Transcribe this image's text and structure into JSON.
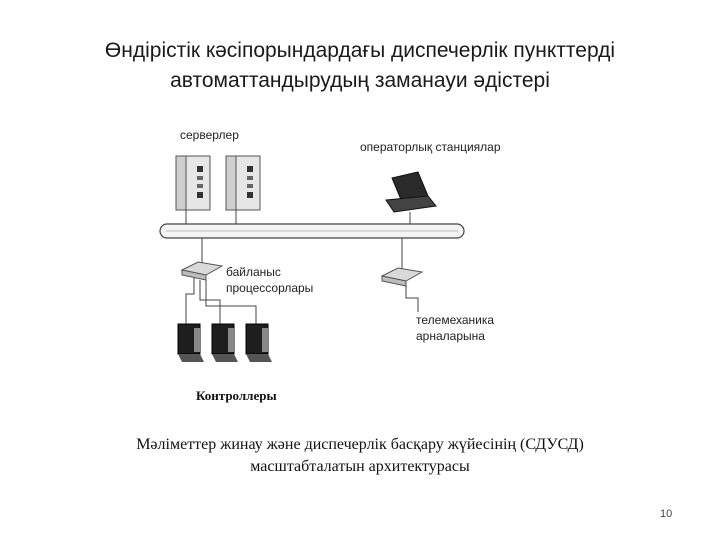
{
  "title": {
    "line1": "Өндірістік кәсіпорындардағы диспечерлік пункттерді",
    "line2": "автоматтандырудың заманауи әдістері"
  },
  "diagram": {
    "servers_label": "серверлер",
    "operator_stations_label": "операторлық станциялар",
    "comm_processors_label_line1": "байланыс",
    "comm_processors_label_line2": "процессорлары",
    "telemechanics_label_line1": "телемеханика",
    "telemechanics_label_line2": "арналарына",
    "controllers_label": "Контроллеры"
  },
  "caption": {
    "line1": "Мәліметтер жинау және диспечерлік басқару жүйесінің (СДУСД)",
    "line2": "масштабталатын архитектурасы"
  },
  "page_number": "10"
}
